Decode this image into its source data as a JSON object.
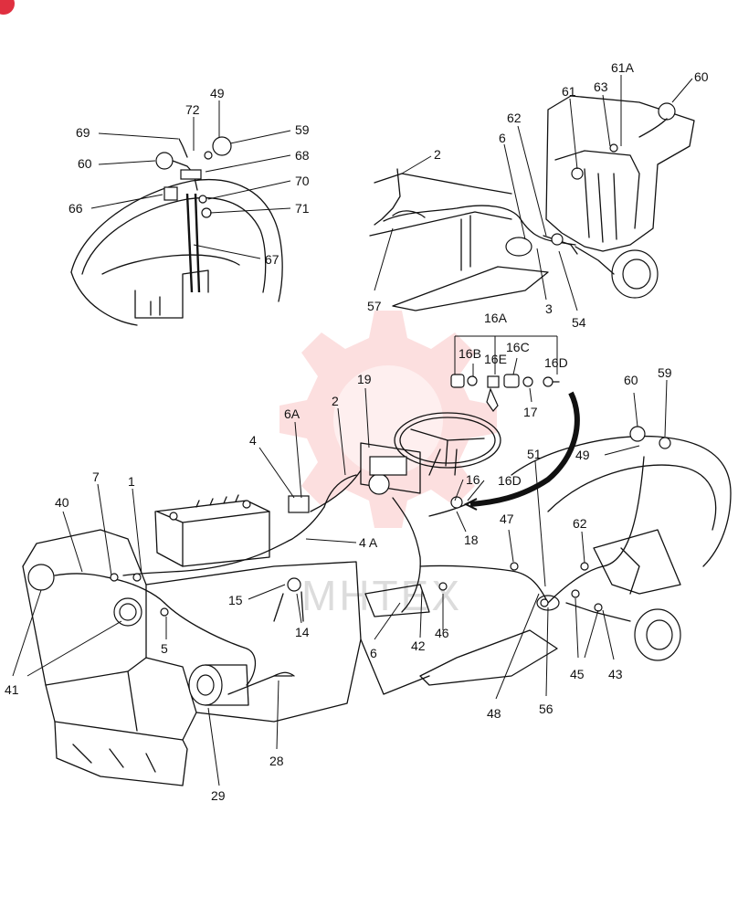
{
  "watermark": {
    "text": "MHTEX",
    "color": "#f05050"
  },
  "labels": {
    "l49a": "49",
    "l72": "72",
    "l69": "69",
    "l59a": "59",
    "l60a": "60",
    "l68": "68",
    "l70": "70",
    "l66": "66",
    "l71": "71",
    "l67": "67",
    "l2a": "2",
    "l6a": "6",
    "l62a": "62",
    "l61": "61",
    "l63": "63",
    "l61A": "61A",
    "l60b": "60",
    "l57": "57",
    "l3": "3",
    "l54": "54",
    "l16A": "16A",
    "l16B": "16B",
    "l16E": "16E",
    "l16C": "16C",
    "l16D": "16D",
    "l17": "17",
    "l19": "19",
    "l6A": "6A",
    "l2b": "2",
    "l4": "4",
    "l7": "7",
    "l1": "1",
    "l40": "40",
    "l60c": "60",
    "l59b": "59",
    "l49b": "49",
    "l51": "51",
    "l16": "16",
    "l16D2": "16D",
    "l18": "18",
    "l47": "47",
    "l62b": "62",
    "l4A": "4 A",
    "l15": "15",
    "l14": "14",
    "l5": "5",
    "l41": "41",
    "l6b": "6",
    "l42": "42",
    "l46": "46",
    "l45": "45",
    "l43": "43",
    "l48": "48",
    "l56": "56",
    "l28": "28",
    "l29": "29"
  }
}
